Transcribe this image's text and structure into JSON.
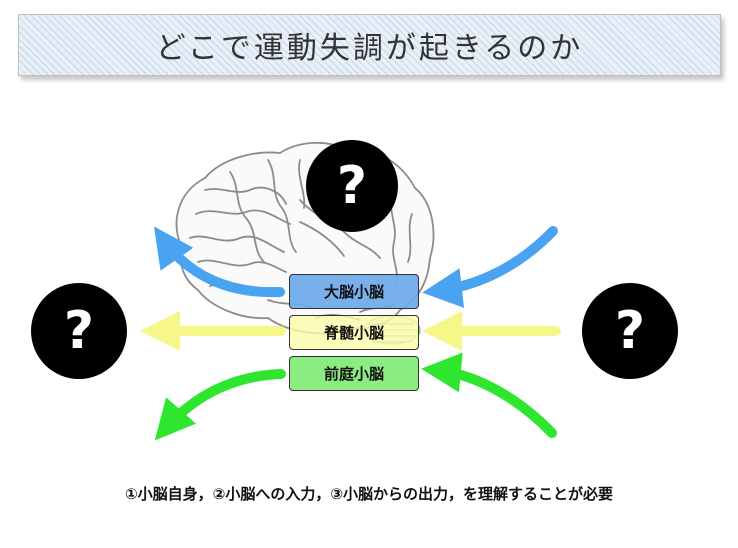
{
  "title": "どこで運動失調が起きるのか",
  "boxes": {
    "cerebrocerebellum": "大脳小脳",
    "spinocerebellum": "脊髄小脳",
    "vestibulocerebellum": "前庭小脳"
  },
  "question_mark": "?",
  "caption": "①小脳自身，②小脳への入力，③小脳からの出力，を理解することが必要",
  "colors": {
    "blue_arrow": "#4aa3f0",
    "yellow_arrow": "#f6f68a",
    "green_arrow": "#2ee62e",
    "blue_box": "#6eaaeb",
    "yellow_box": "#fcfcaa",
    "green_box": "#82eb78"
  },
  "icons": [
    "brain-illustration",
    "question-mark-icon",
    "arrow"
  ]
}
